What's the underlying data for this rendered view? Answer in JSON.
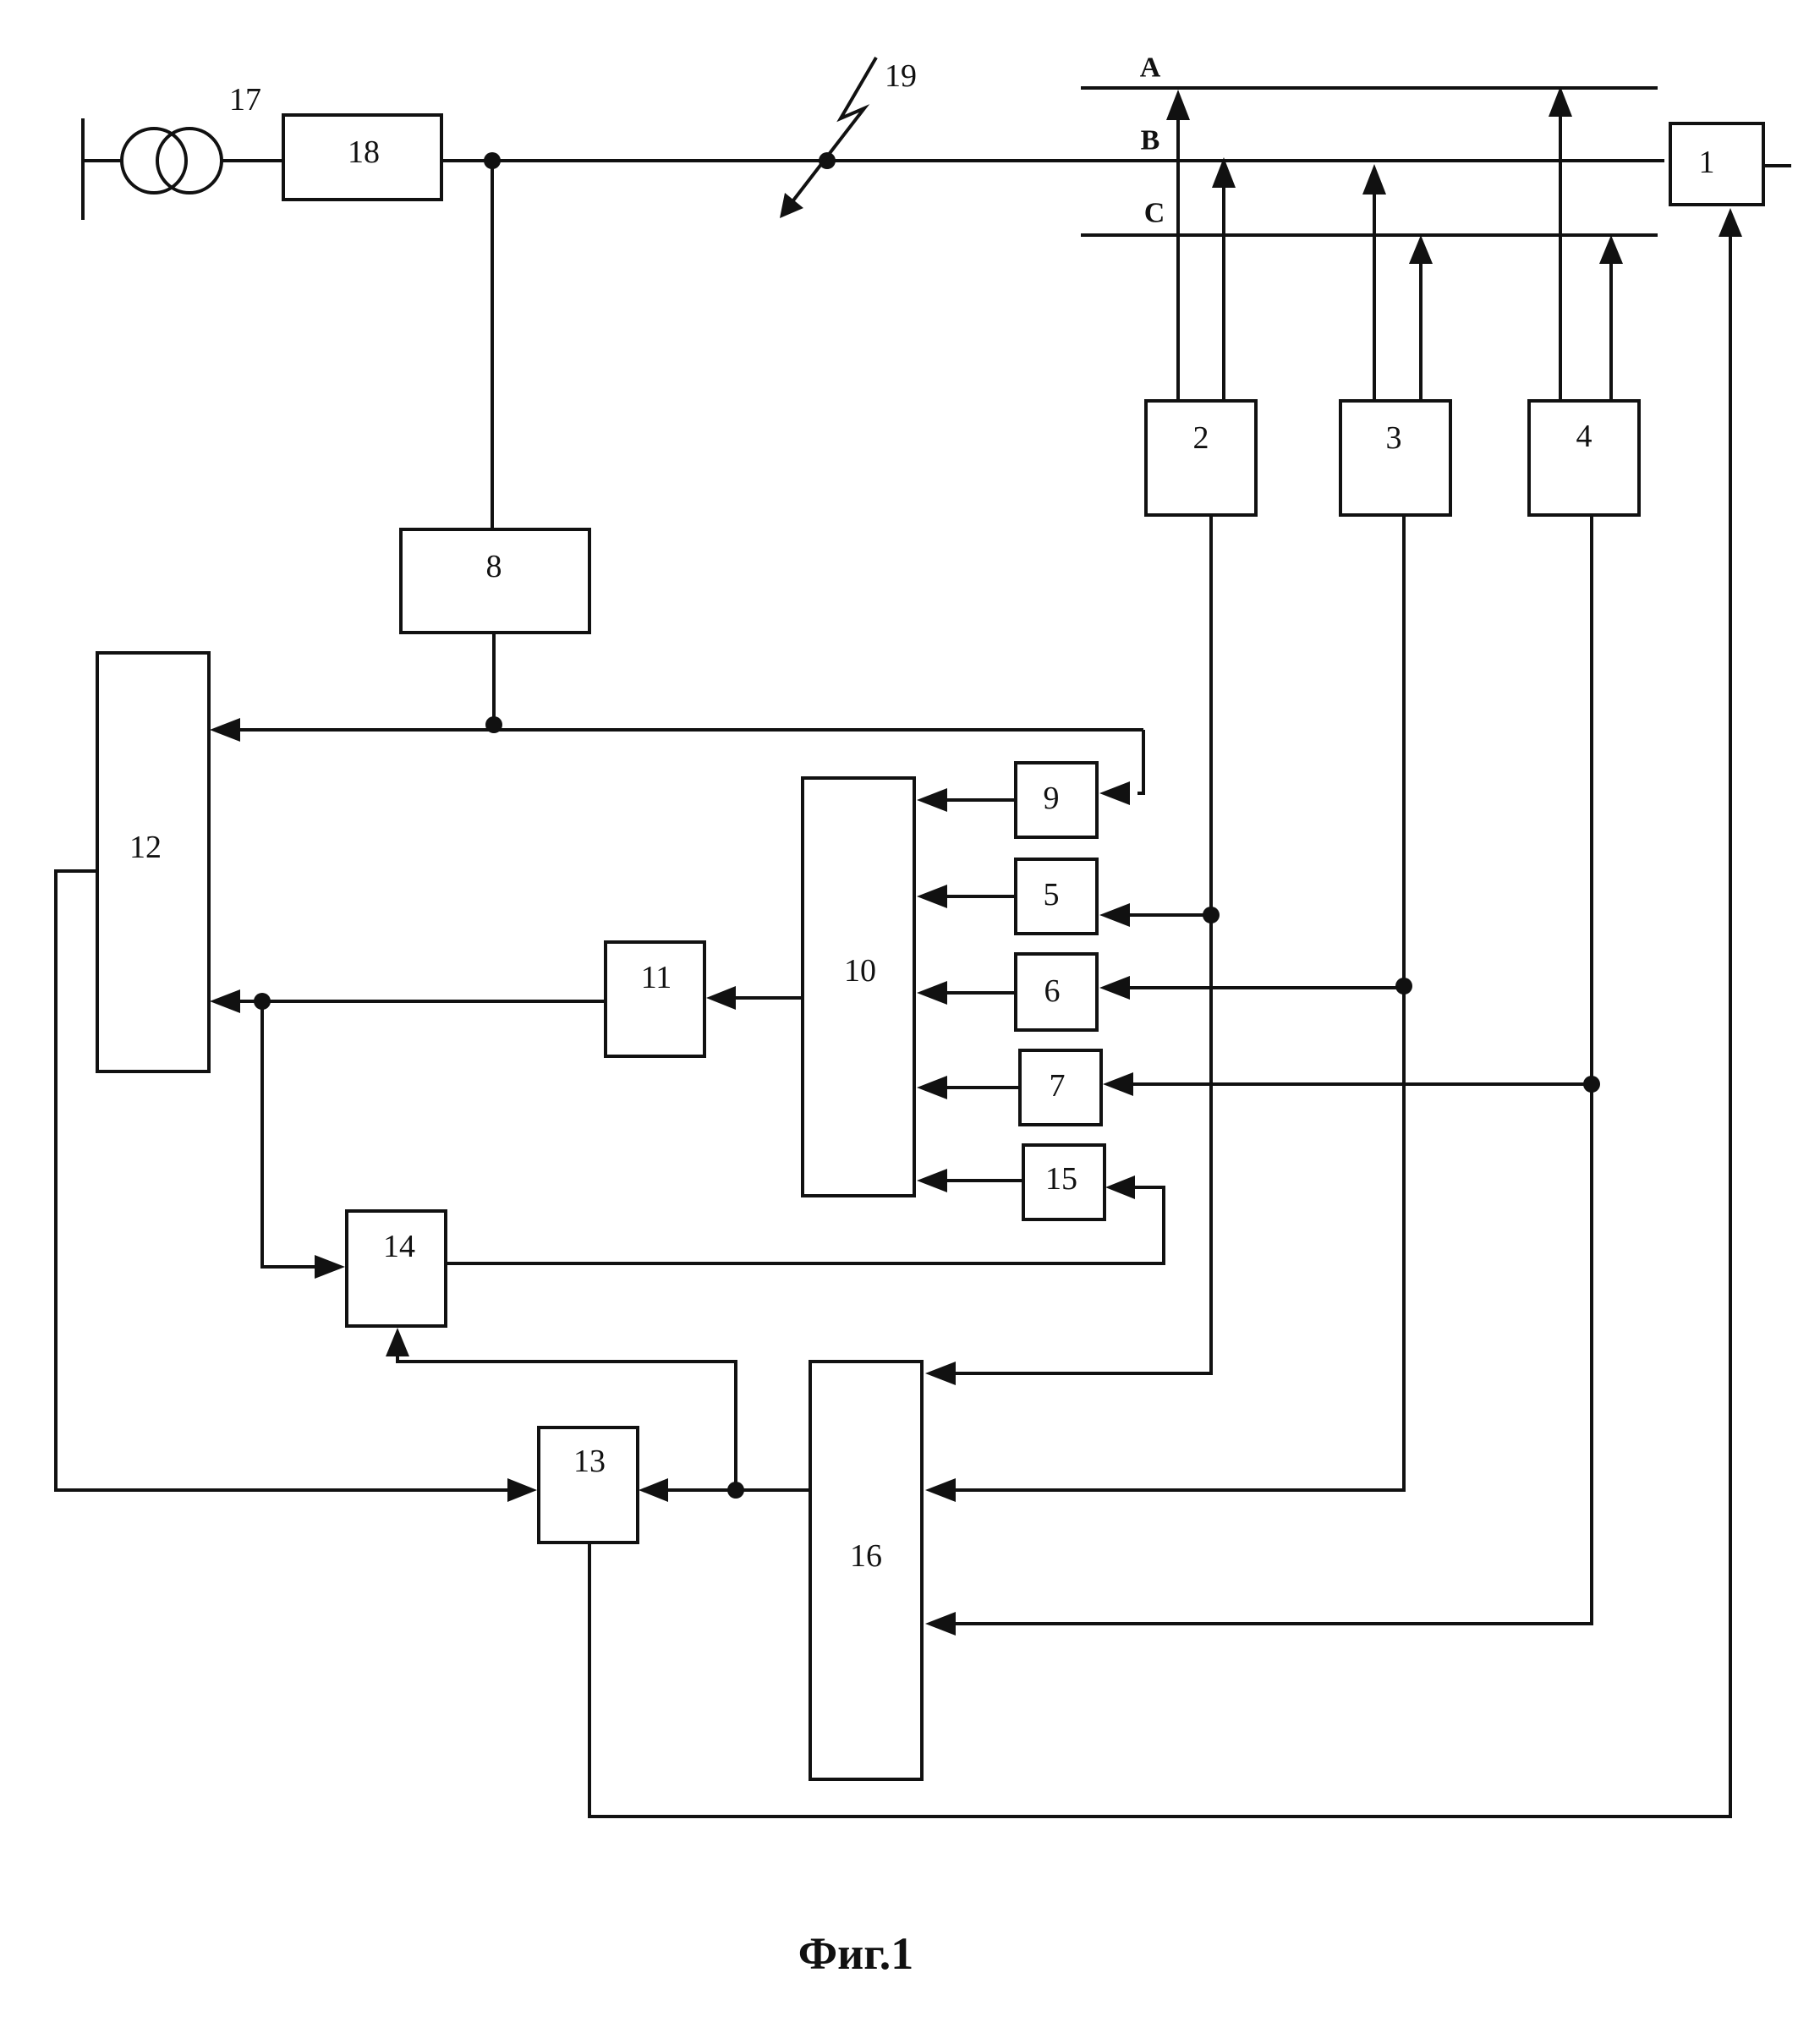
{
  "figure": {
    "caption": "Фиг.1",
    "phases": [
      "A",
      "B",
      "C"
    ],
    "blocks": {
      "b1": "1",
      "b2": "2",
      "b3": "3",
      "b4": "4",
      "b5": "5",
      "b6": "6",
      "b7": "7",
      "b8": "8",
      "b9": "9",
      "b10": "10",
      "b11": "11",
      "b12": "12",
      "b13": "13",
      "b14": "14",
      "b15": "15",
      "b16": "16",
      "b18": "18"
    },
    "refs": {
      "transformer": "17",
      "fault": "19"
    }
  }
}
